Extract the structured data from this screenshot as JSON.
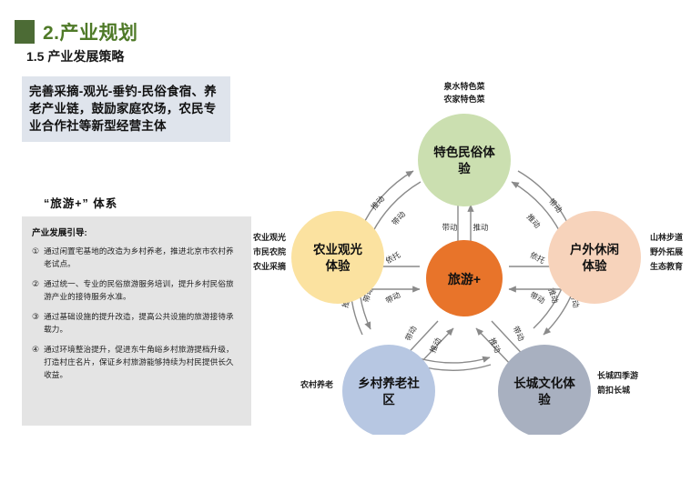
{
  "header": {
    "section_number_title": "2.产业规划",
    "sub_title": "1.5 产业发展策略",
    "mark_color": "#4c6b35",
    "title_color": "#4f7a28"
  },
  "highlight_box": {
    "text": "完善采摘-观光-垂钓-民俗食宿、养老产业链，鼓励家庭农场，农民专业合作社等新型经营主体",
    "background": "#dfe4ec"
  },
  "system_caption": "“旅游+” 体系",
  "guidance": {
    "background": "#e4e4e4",
    "title": "产业发展引导:",
    "items": [
      {
        "marker": "①",
        "text": "通过闲置宅基地的改造为乡村养老，推进北京市农村养老试点。"
      },
      {
        "marker": "②",
        "text": "通过统一、专业的民俗旅游服务培训，提升乡村民俗旅游产业的接待服务水准。"
      },
      {
        "marker": "③",
        "text": "通过基础设施的提升改造，提高公共设施的旅游接待承载力。"
      },
      {
        "marker": "④",
        "text": "通过环境整治提升，促进东牛角峪乡村旅游提档升级，打造村庄名片，保证乡村旅游能够持续为村民提供长久收益。"
      }
    ]
  },
  "chart_data": {
    "type": "diagram",
    "title": "“旅游+” 体系",
    "center": {
      "label": "旅游+",
      "color": "#e8742a",
      "text_color": "#ffffff"
    },
    "nodes": [
      {
        "id": "minsu",
        "label": "特色民俗体验",
        "color": "#cbdfb0",
        "notes": [
          "泉水特色菜",
          "农家特色菜"
        ],
        "note_side": "top"
      },
      {
        "id": "huwai",
        "label": "户外休闲体验",
        "color": "#f7d3bb",
        "notes": [
          "山林步道",
          "野外拓展",
          "生态教育"
        ],
        "note_side": "right"
      },
      {
        "id": "changcheng",
        "label": "长城文化体验",
        "color": "#a8b0c0",
        "notes": [
          "长城四季游",
          "箭扣长城"
        ],
        "note_side": "bottom-right"
      },
      {
        "id": "yanglao",
        "label": "乡村养老社区",
        "color": "#b7c7e2",
        "notes": [
          "农村养老"
        ],
        "note_side": "bottom-left"
      },
      {
        "id": "nongye",
        "label": "农业观光体验",
        "color": "#fbe2a0",
        "notes": [
          "农业观光",
          "市民农院",
          "农业采摘"
        ],
        "note_side": "left"
      }
    ],
    "radial_arrow_labels": {
      "inbound": "带动",
      "outbound": "推动"
    },
    "lateral_arrow_labels": {
      "inbound": "依托",
      "outbound": "带动"
    },
    "ring_arrow_labels": {
      "forward": "带动",
      "backward": "推动"
    },
    "layout": "five outer circles arranged in a ring around a central orange circle; bidirectional arrows between center and each node, plus curved arrows along the ring between adjacent nodes"
  }
}
